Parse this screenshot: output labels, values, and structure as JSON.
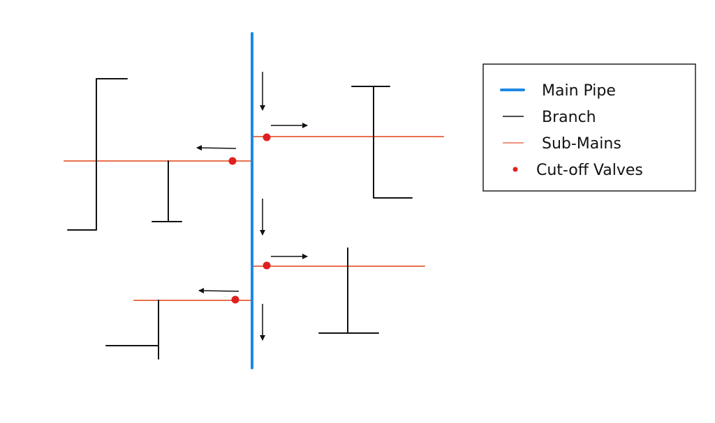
{
  "colors": {
    "main_pipe": "#1e88e5",
    "branch": "#111111",
    "sub_mains": "#e8704e",
    "valve": "#e02020",
    "background": "#ffffff",
    "legend_border": "#222222"
  },
  "legend": {
    "items": [
      {
        "symbol": "main-pipe",
        "label": "Main Pipe"
      },
      {
        "symbol": "branch",
        "label": "Branch"
      },
      {
        "symbol": "sub-mains",
        "label": "Sub-Mains"
      },
      {
        "symbol": "valve",
        "label": "Cut-off Valves"
      }
    ]
  }
}
